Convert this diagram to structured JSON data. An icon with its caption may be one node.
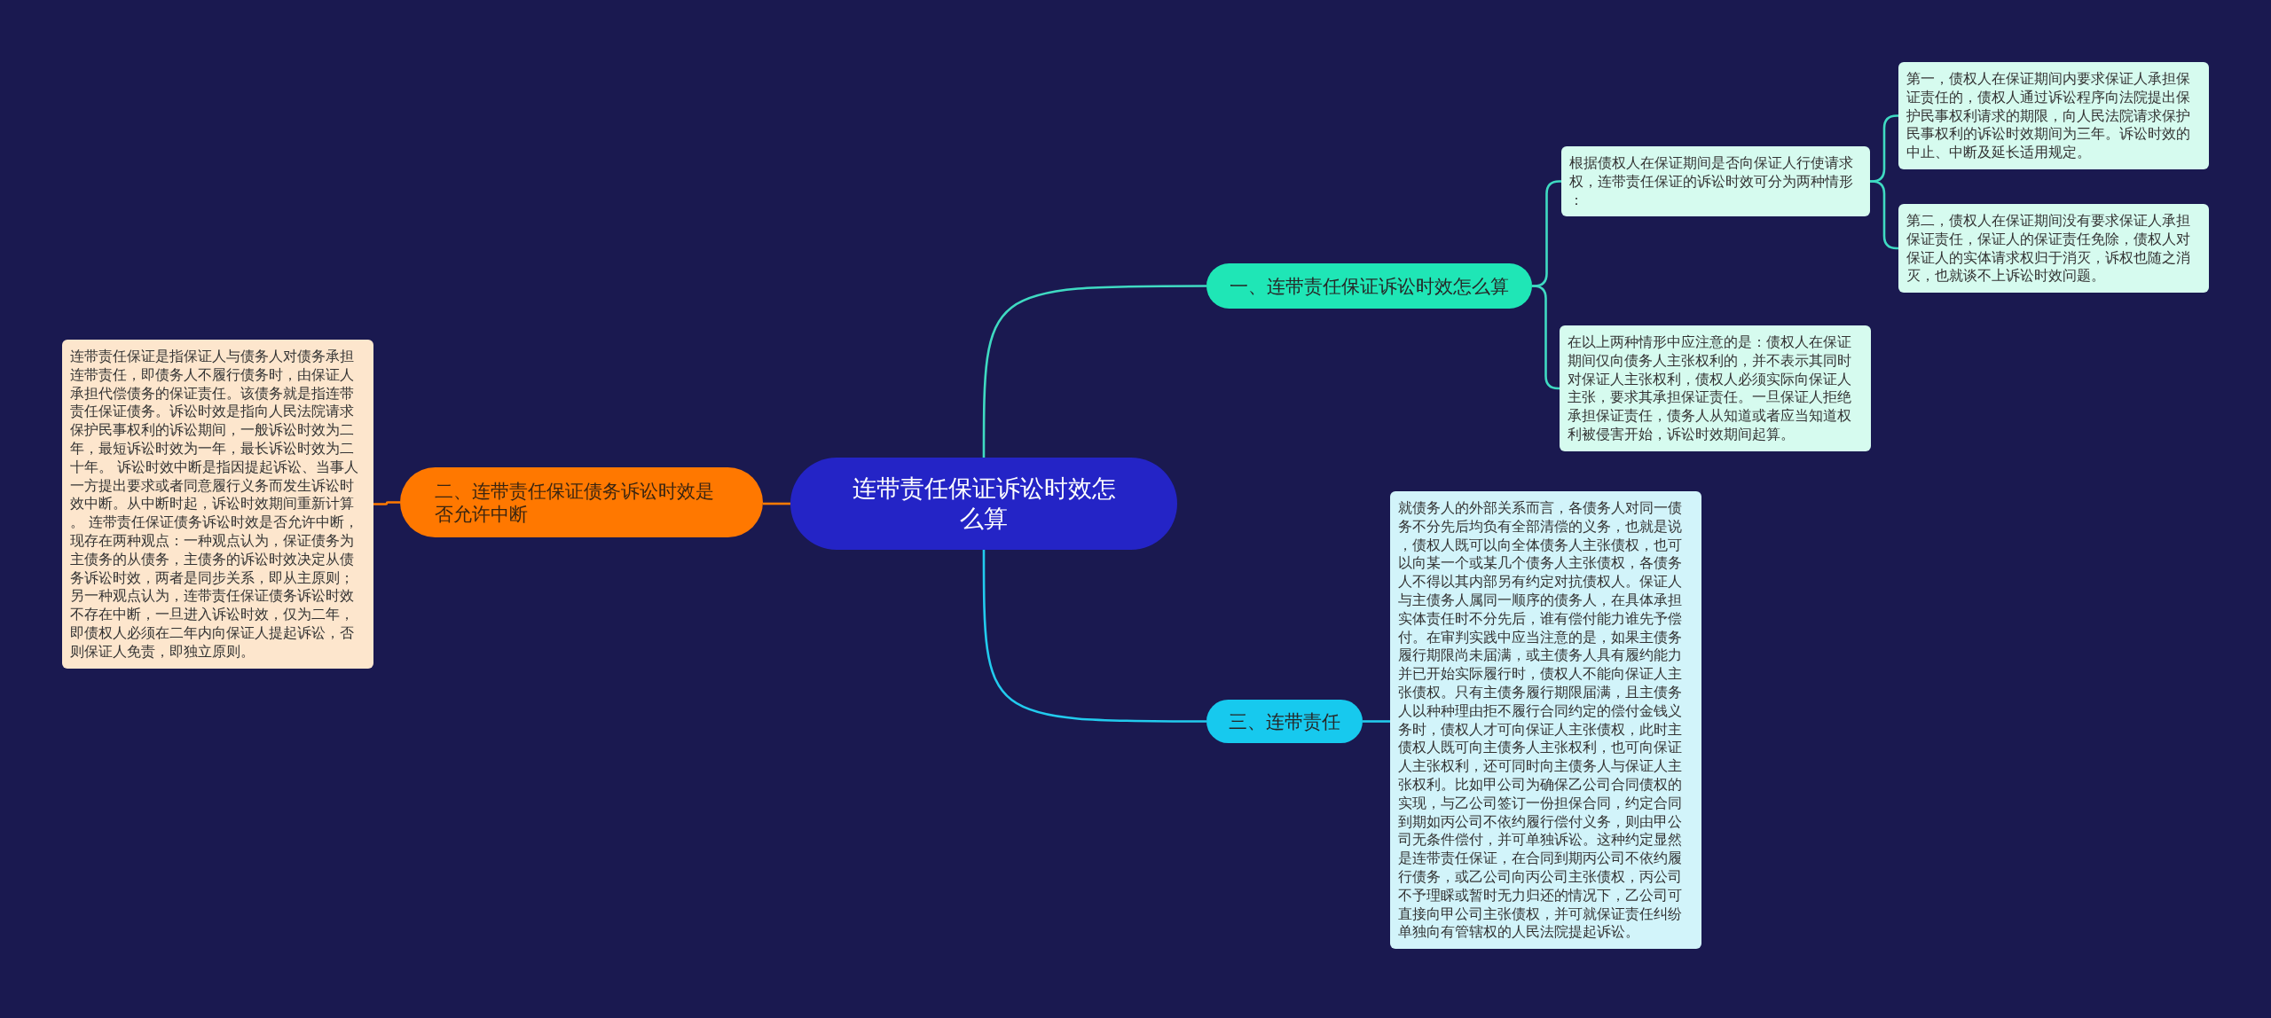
{
  "diagram": {
    "nodes": [
      {
        "text": [
          "连带责任保证诉讼时效怎么算"
        ]
      },
      {
        "text": [
          "一、连带责任保证诉讼时效怎么算"
        ]
      },
      {
        "text": [
          "根据债权人在保证期间是否向保证人行使请求权，连带责任保证的诉讼时效可分为两种情形："
        ]
      },
      {
        "text": [
          "第一，债权人在保证期间内要求保证人承担保证责任的，债权人通过诉讼程序向法院提出保护民事权利请求的期限，向人民法院请求保护民事权利的诉讼时效期间为三年。诉讼时效的中止、中断及延长适用规定。"
        ]
      },
      {
        "text": [
          "第二，债权人在保证期间没有要求保证人承担保证责任，保证人的保证责任免除，债权人对保证人的实体请求权归于消灭，诉权也随之消灭，也就谈不上诉讼时效问题。"
        ]
      },
      {
        "text": [
          "在以上两种情形中应注意的是：债权人在保证期间仅向债务人主张权利的，并不表示其同时对保证人主张权利，债权人必须实际向保证人主张，要求其承担保证责任。一旦保证人拒绝承担保证责任，债务人从知道或者应当知道权利被侵害开始，诉讼时效期间起算。"
        ]
      },
      {
        "text": [
          "二、连带责任保证债务诉讼时效是否允许中断"
        ]
      },
      {
        "text": [
          "连带责任保证是指保证人与债务人对债务承担连带责任，即债务人不履行债务时，由保证人承担代偿债务的保证责任。该债务就是指连带责任保证债务。诉讼时效是指向人民法院请求保护民事权利的诉讼期间，一般诉讼时效为二年，最短诉讼时效为一年，最长诉讼时效为二十年。 诉讼时效中断是指因提起诉讼、当事人一方提出要求或者同意履行义务而发生诉讼时效中断。从中断时起，诉讼时效期间重新计算。 连带责任保证债务诉讼时效是否允许中断，现存在两种观点：一种观点认为，保证债务为主债务的从债务，主债务的诉讼时效决定从债务诉讼时效，两者是同步关系，即从主原则；另一种观点认为，连带责任保证债务诉讼时效不存在中断，一旦进入诉讼时效，仅为二年，即债权人必须在二年内向保证人提起诉讼，否则保证人免责，即独立原则。"
        ]
      },
      {
        "text": [
          "三、连带责任"
        ]
      },
      {
        "text": [
          "就债务人的外部关系而言，各债务人对同一债务不分先后均负有全部清偿的义务，也就是说，债权人既可以向全体债务人主张债权，也可以向某一个或某几个债务人主张债权，各债务人不得以其内部另有约定对抗债权人。保证人与主债务人属同一顺序的债务人，在具体承担实体责任时不分先后，谁有偿付能力谁先予偿付。在审判实践中应当注意的是，如果主债务履行期限尚未届满，或主债务人具有履约能力并已开始实际履行时，债权人不能向保证人主张债权。只有主债务履行期限届满，且主债务人以种种理由拒不履行合同约定的偿付金钱义务时，债权人才可向保证人主张债权，此时主债权人既可向主债务人主张权利，也可向保证人主张权利，还可同时向主债务人与保证人主张权利。比如甲公司为确保乙公司合同债权的实现，与乙公司签订一份担保合同，约定合同到期如丙公司不依约履行偿付义务，则由甲公司无条件偿付，并可单独诉讼。这种约定显然是连带责任保证，在合同到期丙公司不依约履行债务，或乙公司向丙公司主张债权，丙公司不予理睬或暂时无力归还的情况下，乙公司可直接向甲公司主张债权，并可就保证责任纠纷单独向有管辖权的人民法院提起诉讼。"
        ]
      }
    ],
    "edges": [
      {
        "from": 0,
        "to": 1,
        "arrow": "none"
      },
      {
        "from": 1,
        "to": 2,
        "arrow": "none"
      },
      {
        "from": 2,
        "to": 3,
        "arrow": "none"
      },
      {
        "from": 2,
        "to": 4,
        "arrow": "none"
      },
      {
        "from": 1,
        "to": 5,
        "arrow": "none"
      },
      {
        "from": 0,
        "to": 6,
        "arrow": "none",
        "color": "#ff7a00"
      },
      {
        "from": 6,
        "to": 7,
        "arrow": "none",
        "color": "#ff7a00"
      },
      {
        "from": 0,
        "to": 8,
        "arrow": "none",
        "color": "#22cbee"
      },
      {
        "from": 8,
        "to": 9,
        "arrow": "none",
        "color": "#22cbee"
      }
    ]
  }
}
